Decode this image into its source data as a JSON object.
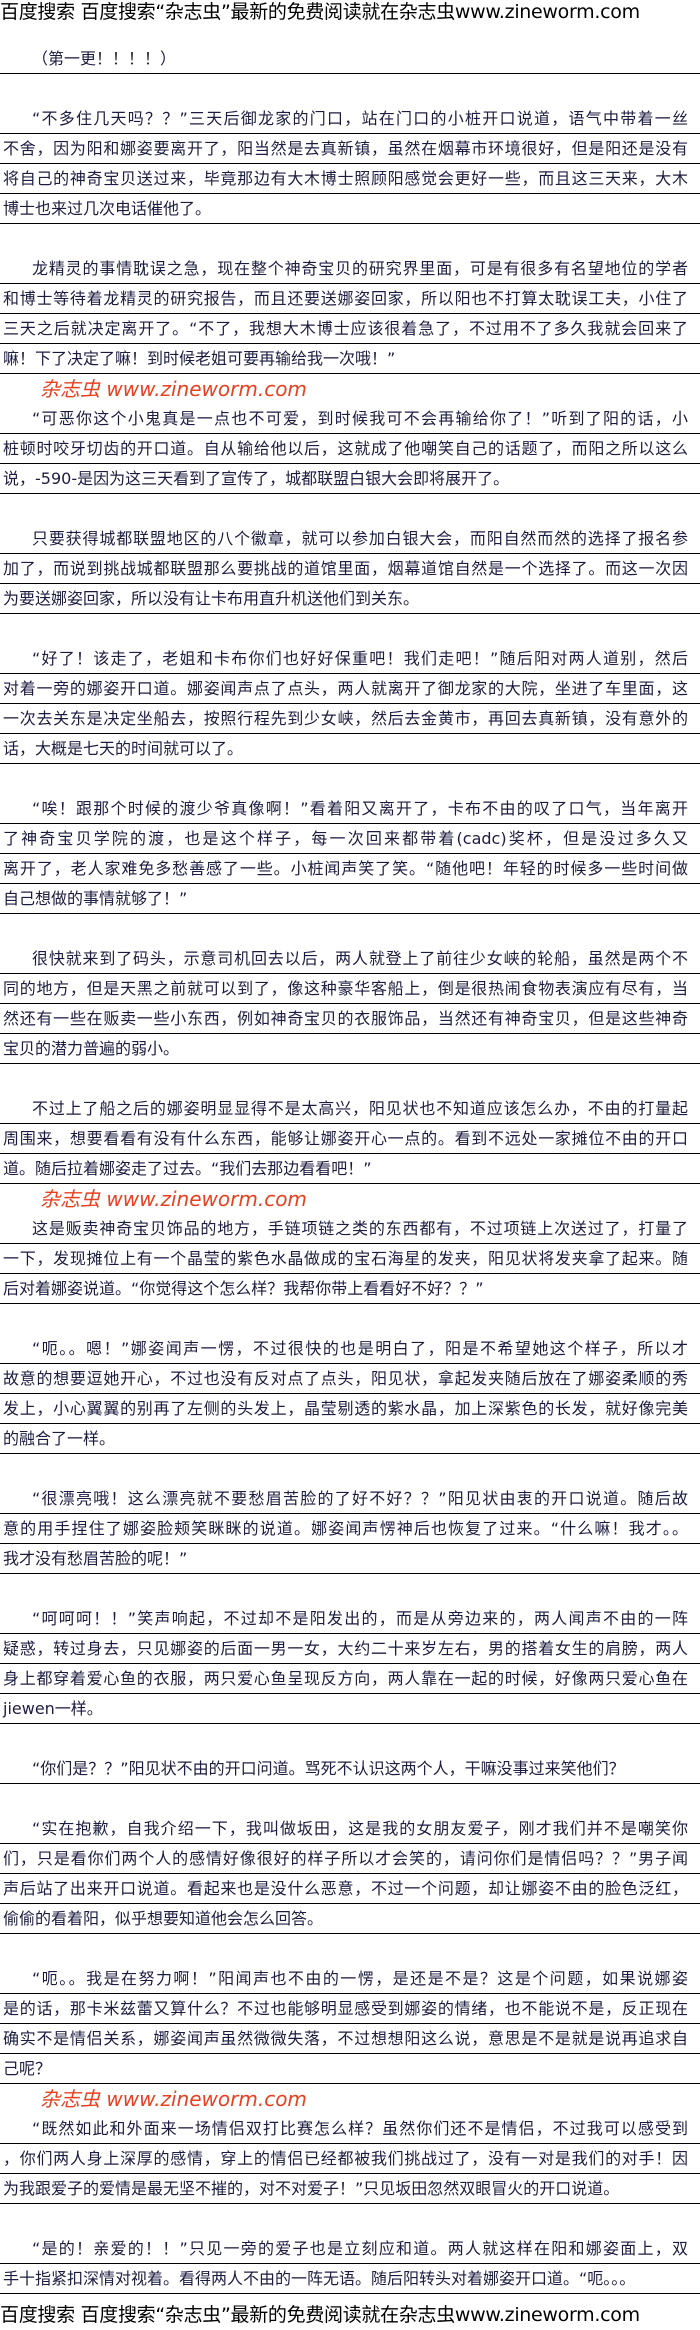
{
  "banner": {
    "top": "百度搜索 百度搜索“杂志虫”最新的免费阅读就在杂志虫www.zineworm.com",
    "bottom": "百度搜索 百度搜索“杂志虫”最新的免费阅读就在杂志虫www.zineworm.com"
  },
  "watermark": "杂志虫 www.zineworm.com",
  "paragraphs": [
    {
      "indent": true,
      "lines": [
        "（第一更！！！！）"
      ]
    },
    {
      "indent": true,
      "lines": [
        "“不多住几天吗？？”三天后御龙家的门口，站在门口的小桩开口说道，语气中带着一丝",
        "不舍，因为阳和娜姿要离开了，阳当然是去真新镇，虽然在烟幕市环境很好，但是阳还是没有",
        "将自己的神奇宝贝送过来，毕竟那边有大木博士照顾阳感觉会更好一些，而且这三天来，大木",
        "博士也来过几次电话催他了。"
      ]
    },
    {
      "indent": true,
      "lines": [
        "龙精灵的事情耽误之急，现在整个神奇宝贝的研究界里面，可是有很多有名望地位的学者",
        "和博士等待着龙精灵的研究报告，而且还要送娜姿回家，所以阳也不打算太耽误工夫，小住了",
        "三天之后就决定离开了。“不了，我想大木博士应该很着急了，不过用不了多久我就会回来了",
        "嘛！下了决定了嘛！到时候老姐可要再输给我一次哦！”"
      ]
    },
    {
      "indent": true,
      "lines": [
        "“可恶你这个小鬼真是一点也不可爱，到时候我可不会再输给你了！”听到了阳的话，小",
        "桩顿时咬牙切齿的开口道。自从输给他以后，这就成了他嘲笑自己的话题了，而阳之所以这么",
        "说，-590-是因为这三天看到了宣传了，城都联盟白银大会即将展开了。"
      ]
    },
    {
      "indent": true,
      "lines": [
        "只要获得城都联盟地区的八个徽章，就可以参加白银大会，而阳自然而然的选择了报名参",
        "加了，而说到挑战城都联盟那么要挑战的道馆里面，烟幕道馆自然是一个选择了。而这一次因",
        "为要送娜姿回家，所以没有让卡布用直升机送他们到关东。"
      ]
    },
    {
      "indent": true,
      "lines": [
        "“好了！该走了，老姐和卡布你们也好好保重吧！我们走吧！”随后阳对两人道别，然后",
        "对着一旁的娜姿开口道。娜姿闻声点了点头，两人就离开了御龙家的大院，坐进了车里面，这",
        "一次去关东是决定坐船去，按照行程先到少女峡，然后去金黄市，再回去真新镇，没有意外的",
        "话，大概是七天的时间就可以了。"
      ]
    },
    {
      "indent": true,
      "lines": [
        "“唉！跟那个时候的渡少爷真像啊！”看着阳又离开了，卡布不由的叹了口气，当年离开",
        "了神奇宝贝学院的渡，也是这个样子，每一次回来都带着(cadc)奖杯，但是没过多久又",
        "离开了，老人家难免多愁善感了一些。小桩闻声笑了笑。“随他吧！年轻的时候多一些时间做",
        "自己想做的事情就够了！”"
      ]
    },
    {
      "indent": true,
      "lines": [
        "很快就来到了码头，示意司机回去以后，两人就登上了前往少女峡的轮船，虽然是两个不",
        "同的地方，但是天黑之前就可以到了，像这种豪华客船上，倒是很热闹食物表演应有尽有，当",
        "然还有一些在贩卖一些小东西，例如神奇宝贝的衣服饰品，当然还有神奇宝贝，但是这些神奇",
        "宝贝的潜力普遍的弱小。"
      ]
    },
    {
      "indent": true,
      "lines": [
        "不过上了船之后的娜姿明显显得不是太高兴，阳见状也不知道应该怎么办，不由的打量起",
        "周围来，想要看看有没有什么东西，能够让娜姿开心一点的。看到不远处一家摊位不由的开口",
        "道。随后拉着娜姿走了过去。“我们去那边看看吧！”"
      ]
    },
    {
      "indent": true,
      "lines": [
        "这是贩卖神奇宝贝饰品的地方，手链项链之类的东西都有，不过项链上次送过了，打量了",
        "一下，发现摊位上有一个晶莹的紫色水晶做成的宝石海星的发夹，阳见状将发夹拿了起来。随",
        "后对着娜姿说道。“你觉得这个怎么样？我帮你带上看看好不好？？”"
      ]
    },
    {
      "indent": true,
      "lines": [
        "“呃。。嗯！”娜姿闻声一愣，不过很快的也是明白了，阳是不希望她这个样子，所以才",
        "故意的想要逗她开心，不过也没有反对点了点头，阳见状，拿起发夹随后放在了娜姿柔顺的秀",
        "发上，小心翼翼的别再了左侧的头发上，晶莹剔透的紫水晶，加上深紫色的长发，就好像完美",
        "的融合了一样。"
      ]
    },
    {
      "indent": true,
      "lines": [
        "“很漂亮哦！这么漂亮就不要愁眉苦脸的了好不好？？”阳见状由衷的开口说道。随后故",
        "意的用手捏住了娜姿脸颊笑眯眯的说道。娜姿闻声愣神后也恢复了过来。“什么嘛！我才。。",
        "我才没有愁眉苦脸的呢！”"
      ]
    },
    {
      "indent": true,
      "lines": [
        "“呵呵呵！！”笑声响起，不过却不是阳发出的，而是从旁边来的，两人闻声不由的一阵",
        "疑惑，转过身去，只见娜姿的后面一男一女，大约二十来岁左右，男的搭着女生的肩膀，两人",
        "身上都穿着爱心鱼的衣服，两只爱心鱼呈现反方向，两人靠在一起的时候，好像两只爱心鱼在",
        "jiewen一样。"
      ]
    },
    {
      "indent": true,
      "lines": [
        "“你们是？？”阳见状不由的开口问道。骂死不认识这两个人，干嘛没事过来笑他们？"
      ]
    },
    {
      "indent": true,
      "lines": [
        "“实在抱歉，自我介绍一下，我叫做坂田，这是我的女朋友爱子，刚才我们并不是嘲笑你",
        "们，只是看你们两个人的感情好像很好的样子所以才会笑的，请问你们是情侣吗？？”男子闻",
        "声后站了出来开口说道。看起来也是没什么恶意，不过一个问题，却让娜姿不由的脸色泛红，",
        "偷偷的看着阳，似乎想要知道他会怎么回答。"
      ]
    },
    {
      "indent": true,
      "lines": [
        "“呃。。我是在努力啊！”阳闻声也不由的一愣，是还是不是？这是个问题，如果说娜姿",
        "是的话，那卡米兹蕾又算什么？不过也能够明显感受到娜姿的情绪，也不能说不是，反正现在",
        "确实不是情侣关系，娜姿闻声虽然微微失落，不过想想阳这么说，意思是不是就是说再追求自",
        "己呢？"
      ]
    },
    {
      "indent": true,
      "lines": [
        "“既然如此和外面来一场情侣双打比赛怎么样？虽然你们还不是情侣，不过我可以感受到",
        "，你们两人身上深厚的感情，穿上的情侣已经都被我们挑战过了，没有一对是我们的对手！因",
        "为我跟爱子的爱情是最无坚不摧的，对不对爱子！”只见坂田忽然双眼冒火的开口说道。"
      ]
    },
    {
      "indent": true,
      "lines": [
        "“是的！亲爱的！！”只见一旁的爱子也是立刻应和道。两人就这样在阳和娜姿面上，双",
        "手十指紧扣深情对视着。看得两人不由的一阵无语。随后阳转头对着娜姿开口道。“呃。。。"
      ]
    }
  ]
}
